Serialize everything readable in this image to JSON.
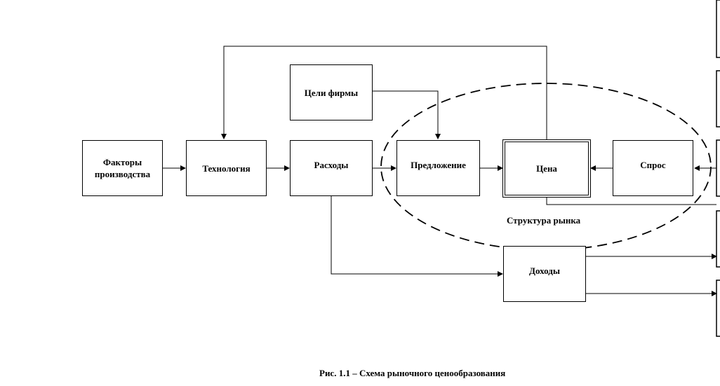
{
  "diagram": {
    "nodes": {
      "factors": "Факторы производства",
      "technology": "Технология",
      "costs": "Расходы",
      "goals": "Цели фирмы",
      "supply": "Предложение",
      "price": "Цена",
      "demand": "Спрос",
      "income": "Доходы"
    },
    "market_structure_label": "Структура  рынка",
    "caption": "Рис. 1.1 – Схема рыночного ценообразования"
  }
}
